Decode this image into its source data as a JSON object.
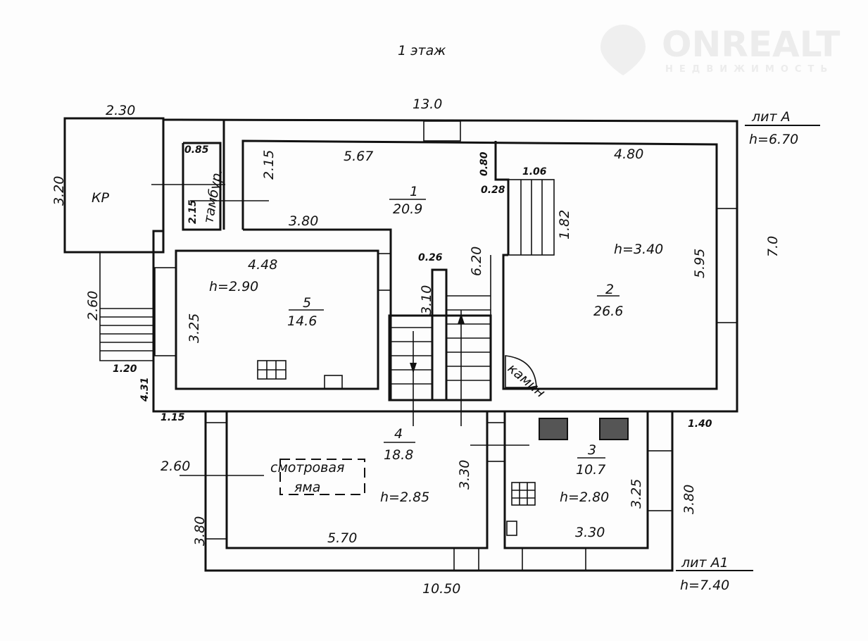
{
  "title": "1 этаж",
  "watermark": {
    "brand": "ONREALT",
    "tagline": "НЕДВИЖИМОСТЬ"
  },
  "lit_a": {
    "label": "лит А",
    "height": "h=6.70"
  },
  "lit_a1": {
    "label": "лит А1",
    "height": "h=7.40"
  },
  "rooms": {
    "kr": {
      "label": "КР"
    },
    "vestibule": {
      "label": "тамбур."
    },
    "r1": {
      "number": "1",
      "area": "20.9"
    },
    "r2": {
      "number": "2",
      "area": "26.6",
      "height": "h=3.40"
    },
    "r3": {
      "number": "3",
      "area": "10.7",
      "height": "h=2.80"
    },
    "r4": {
      "number": "4",
      "area": "18.8",
      "height": "h=2.85"
    },
    "r5": {
      "number": "5",
      "area": "14.6",
      "height": "h=2.90"
    }
  },
  "inspection_pit": {
    "line1": "смотровая",
    "line2": "яма"
  },
  "fireplace": "камин",
  "dims": {
    "top_total": "13.0",
    "kr_width": "2.30",
    "kr_depth": "3.20",
    "vest_w": "0.85",
    "vest_h": "2.15",
    "r1_h": "2.15",
    "r1_top": "5.67",
    "r1_bottom": "3.80",
    "niche_h": "0.80",
    "stair_w": "1.06",
    "niche_w": "0.28",
    "stair_len": "1.82",
    "r2_w": "4.80",
    "right_total": "7.0",
    "r2_h": "5.95",
    "stair_gap": "0.26",
    "r1_len": "6.20",
    "stair_run": "3.10",
    "r5_w": "4.48",
    "r5_h": "3.25",
    "porch_len": "2.60",
    "porch_w": "1.20",
    "left_total": "4.31",
    "a1_offset_left": "1.15",
    "a1_offset_right": "1.40",
    "r4_h": "3.30",
    "pit_depth": "2.60",
    "r3_h": "3.25",
    "a1_right": "3.80",
    "a1_left": "3.80",
    "r4_w": "5.70",
    "r3_w": "3.30",
    "bottom_total": "10.50"
  }
}
